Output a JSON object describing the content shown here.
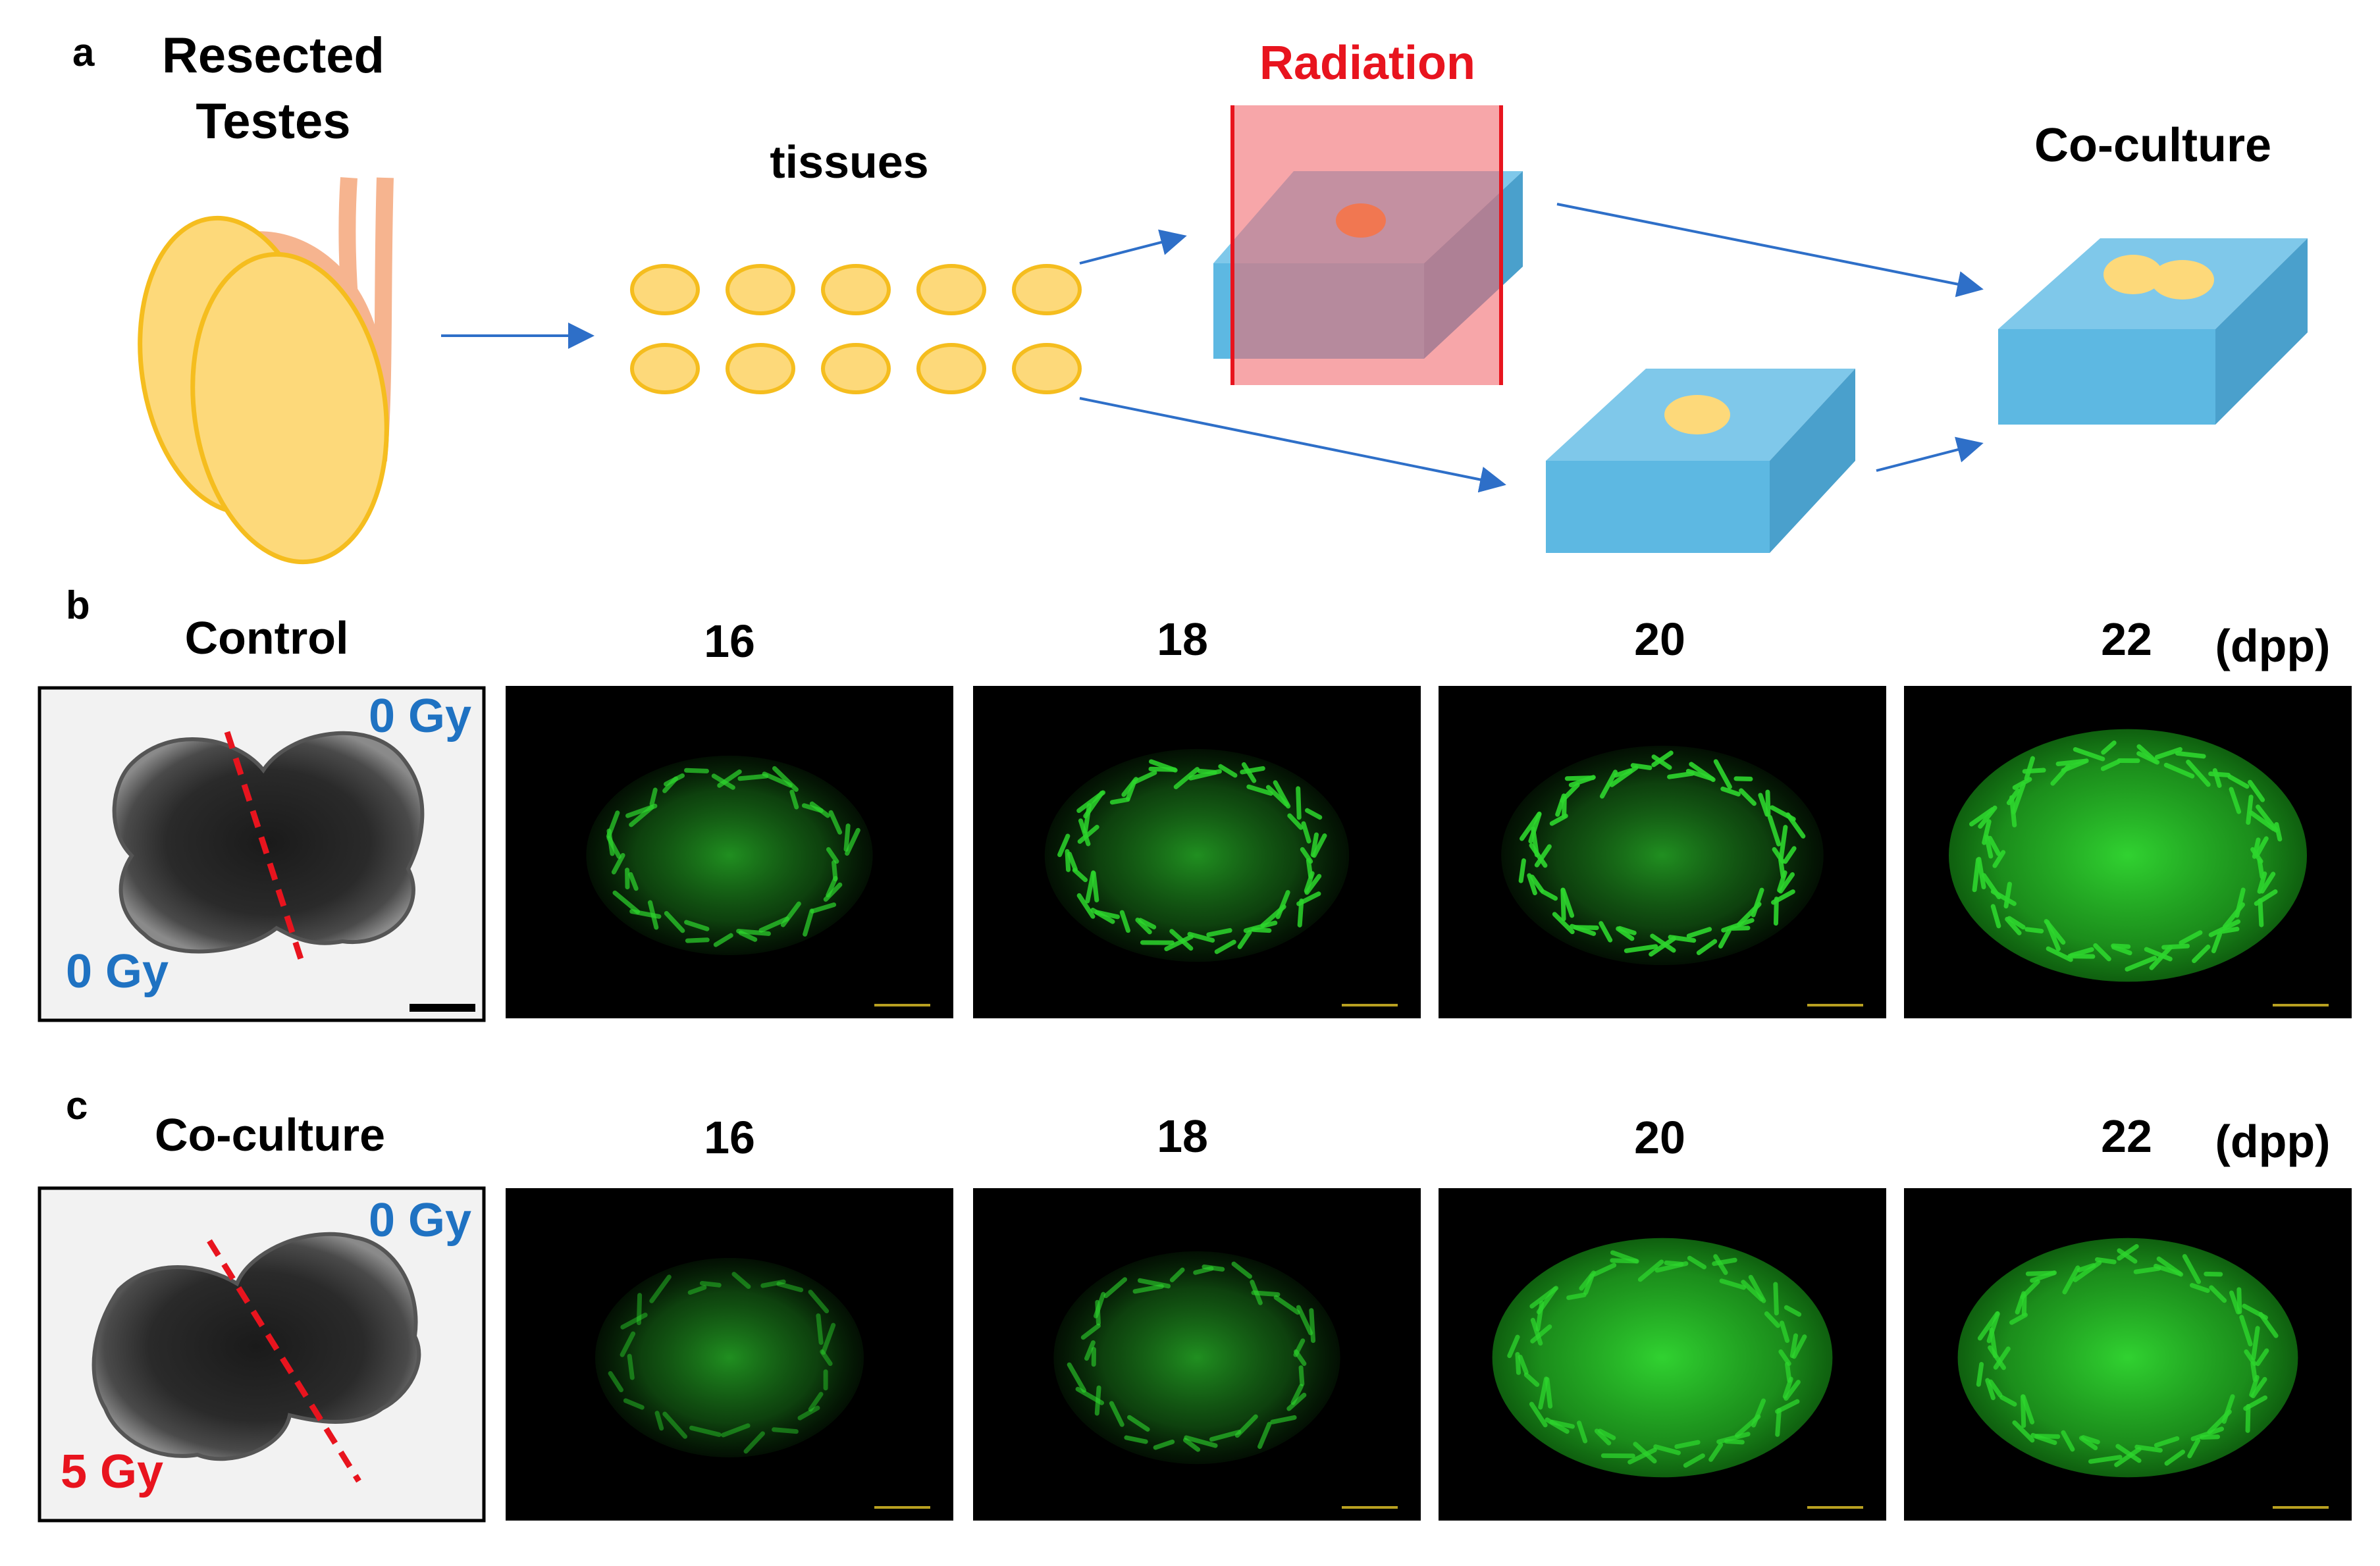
{
  "panel_a": {
    "letter": "a",
    "resected_line1": "Resected",
    "resected_line2": "Testes",
    "tissues": "tissues",
    "radiation": "Radiation",
    "coculture": "Co-culture"
  },
  "panel_b": {
    "letter": "b",
    "title": "Control",
    "days": [
      "16",
      "18",
      "20",
      "22"
    ],
    "unit": "(dpp)",
    "dose_top": "0 Gy",
    "dose_bottom": "0 Gy"
  },
  "panel_c": {
    "letter": "c",
    "title": "Co-culture",
    "days": [
      "16",
      "18",
      "20",
      "22"
    ],
    "unit": "(dpp)",
    "dose_top": "0 Gy",
    "dose_bottom": "5 Gy"
  },
  "colors": {
    "arrow": "#2e6fc8",
    "radiation": "#e8141e",
    "dose_blue": "#1f72c2",
    "dose_red": "#e8141e",
    "box_front": "#5db8e2",
    "box_top": "#7fc8ea",
    "box_side": "#4aa0cc",
    "tissue_fill": "#fdd97a",
    "tissue_stroke": "#f5bd1e",
    "fluor": "#2dd62d"
  }
}
